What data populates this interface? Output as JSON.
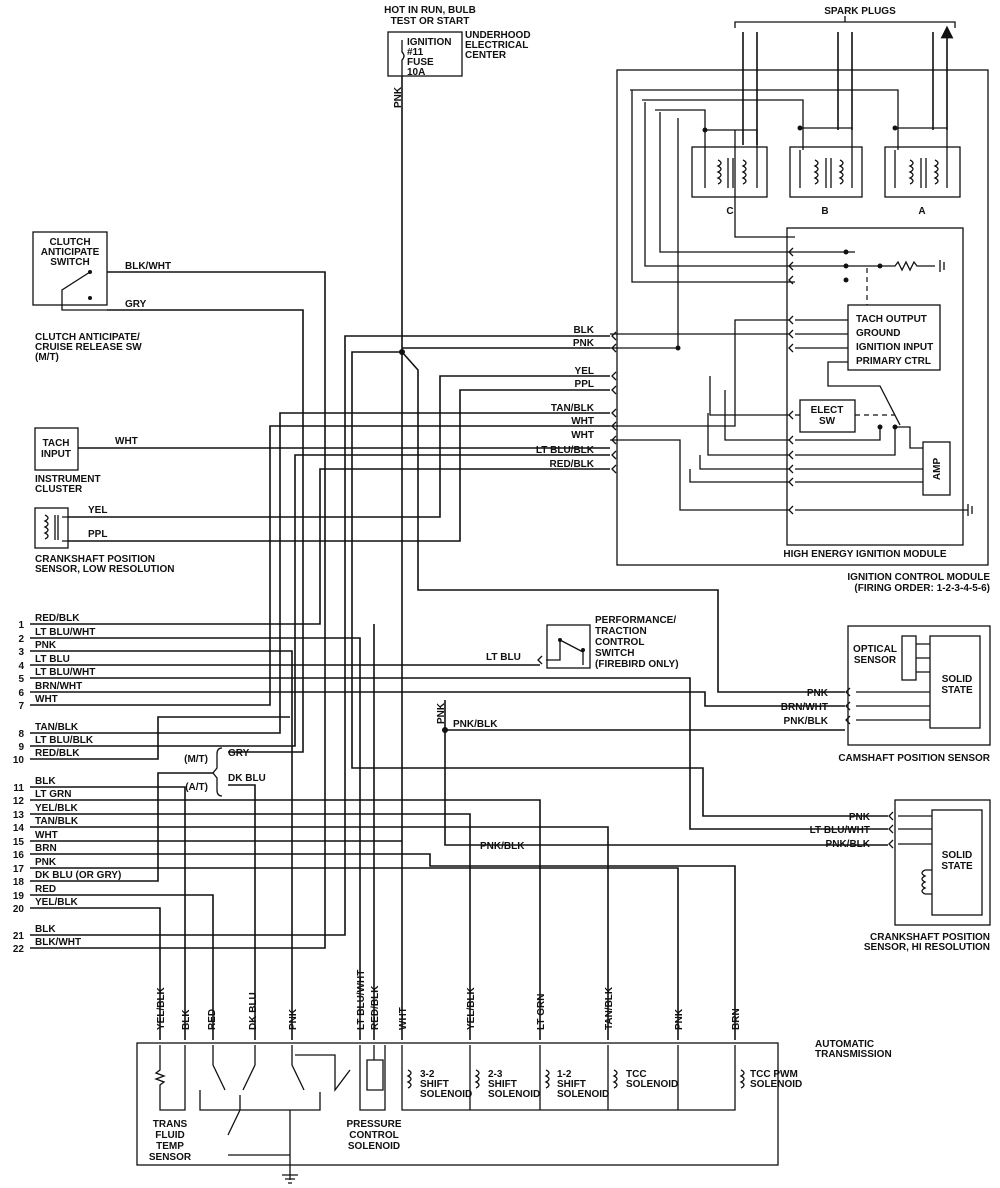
{
  "fuse": {
    "supply_line1": "HOT IN RUN, BULB",
    "supply_line2": "TEST OR START",
    "label": [
      "IGNITION",
      "#11",
      "FUSE",
      "10A"
    ],
    "location": [
      "UNDERHOOD",
      "ELECTRICAL",
      "CENTER"
    ],
    "wire": "PNK"
  },
  "spark_plugs": {
    "label": "SPARK PLUGS",
    "coils": [
      "C",
      "B",
      "A"
    ]
  },
  "icm": {
    "title": "IGNITION CONTROL MODULE",
    "firing_order": "(FIRING ORDER: 1-2-3-4-5-6)",
    "hei_title": "HIGH ENERGY IGNITION MODULE",
    "functions": [
      "TACH OUTPUT",
      "GROUND",
      "IGNITION INPUT",
      "PRIMARY CTRL"
    ],
    "elect_sw": [
      "ELECT",
      "SW"
    ],
    "amp": "AMP",
    "wires": [
      "BLK",
      "PNK",
      "YEL",
      "PPL",
      "TAN/BLK",
      "WHT",
      "WHT",
      "LT BLU/BLK",
      "RED/BLK"
    ]
  },
  "clutch": {
    "box": [
      "CLUTCH",
      "ANTICIPATE",
      "SWITCH"
    ],
    "caption": [
      "CLUTCH ANTICIPATE/",
      "CRUISE RELEASE SW",
      "(M/T)"
    ],
    "wires": [
      "BLK/WHT",
      "GRY"
    ]
  },
  "tach": {
    "box": [
      "TACH",
      "INPUT"
    ],
    "caption": [
      "INSTRUMENT",
      "CLUSTER"
    ],
    "wire": "WHT"
  },
  "crank_low": {
    "caption": [
      "CRANKSHAFT POSITION",
      "SENSOR, LOW RESOLUTION"
    ],
    "wires": [
      "YEL",
      "PPL"
    ]
  },
  "connector": {
    "pins": [
      {
        "n": "1",
        "wire": "RED/BLK"
      },
      {
        "n": "2",
        "wire": "LT BLU/WHT"
      },
      {
        "n": "3",
        "wire": "PNK"
      },
      {
        "n": "4",
        "wire": "LT BLU"
      },
      {
        "n": "5",
        "wire": "LT BLU/WHT"
      },
      {
        "n": "6",
        "wire": "BRN/WHT"
      },
      {
        "n": "7",
        "wire": "WHT"
      },
      {
        "n": "8",
        "wire": "TAN/BLK"
      },
      {
        "n": "9",
        "wire": "LT BLU/BLK"
      },
      {
        "n": "10",
        "wire": "RED/BLK"
      },
      {
        "n": "11",
        "wire": "BLK"
      },
      {
        "n": "12",
        "wire": "LT GRN"
      },
      {
        "n": "13",
        "wire": "YEL/BLK"
      },
      {
        "n": "14",
        "wire": "TAN/BLK"
      },
      {
        "n": "15",
        "wire": "WHT"
      },
      {
        "n": "16",
        "wire": "BRN"
      },
      {
        "n": "17",
        "wire": "PNK"
      },
      {
        "n": "18",
        "wire": "DK BLU (OR GRY)"
      },
      {
        "n": "19",
        "wire": "RED"
      },
      {
        "n": "20",
        "wire": "YEL/BLK"
      },
      {
        "n": "21",
        "wire": "BLK"
      },
      {
        "n": "22",
        "wire": "BLK/WHT"
      }
    ],
    "mt": "(M/T)",
    "at": "(A/T)",
    "mt_wire": "GRY",
    "at_wire": "DK BLU"
  },
  "perf_switch": {
    "caption": [
      "PERFORMANCE/",
      "TRACTION",
      "CONTROL",
      "SWITCH",
      "(FIREBIRD ONLY)"
    ],
    "wire": "LT BLU"
  },
  "splice": {
    "wire_in": "PNK",
    "wire_out": "PNK/BLK",
    "wire_down": "PNK/BLK"
  },
  "cam_sensor": {
    "optical": [
      "OPTICAL",
      "SENSOR"
    ],
    "solid": [
      "SOLID",
      "STATE"
    ],
    "caption": "CAMSHAFT POSITION SENSOR",
    "wires": [
      "PNK",
      "BRN/WHT",
      "PNK/BLK"
    ]
  },
  "crank_hi": {
    "solid": [
      "SOLID",
      "STATE"
    ],
    "caption": [
      "CRANKSHAFT POSITION",
      "SENSOR, HI RESOLUTION"
    ],
    "wires": [
      "PNK",
      "LT BLU/WHT",
      "PNK/BLK"
    ]
  },
  "transmission": {
    "title": [
      "AUTOMATIC",
      "TRANSMISSION"
    ],
    "wires": [
      "YEL/BLK",
      "BLK",
      "RED",
      "DK BLU",
      "PNK",
      "LT BLU/WHT",
      "RED/BLK",
      "WHT",
      "YEL/BLK",
      "LT GRN",
      "TAN/BLK",
      "PNK",
      "BRN"
    ],
    "temp_sensor": [
      "TRANS",
      "FLUID",
      "TEMP",
      "SENSOR"
    ],
    "pressure": [
      "PRESSURE",
      "CONTROL",
      "SOLENOID"
    ],
    "s32": [
      "3-2",
      "SHIFT",
      "SOLENOID"
    ],
    "s23": [
      "2-3",
      "SHIFT",
      "SOLENOID"
    ],
    "s12": [
      "1-2",
      "SHIFT",
      "SOLENOID"
    ],
    "tcc": [
      "TCC",
      "SOLENOID"
    ],
    "tcc_pwm": [
      "TCC PWM",
      "SOLENOID"
    ]
  }
}
